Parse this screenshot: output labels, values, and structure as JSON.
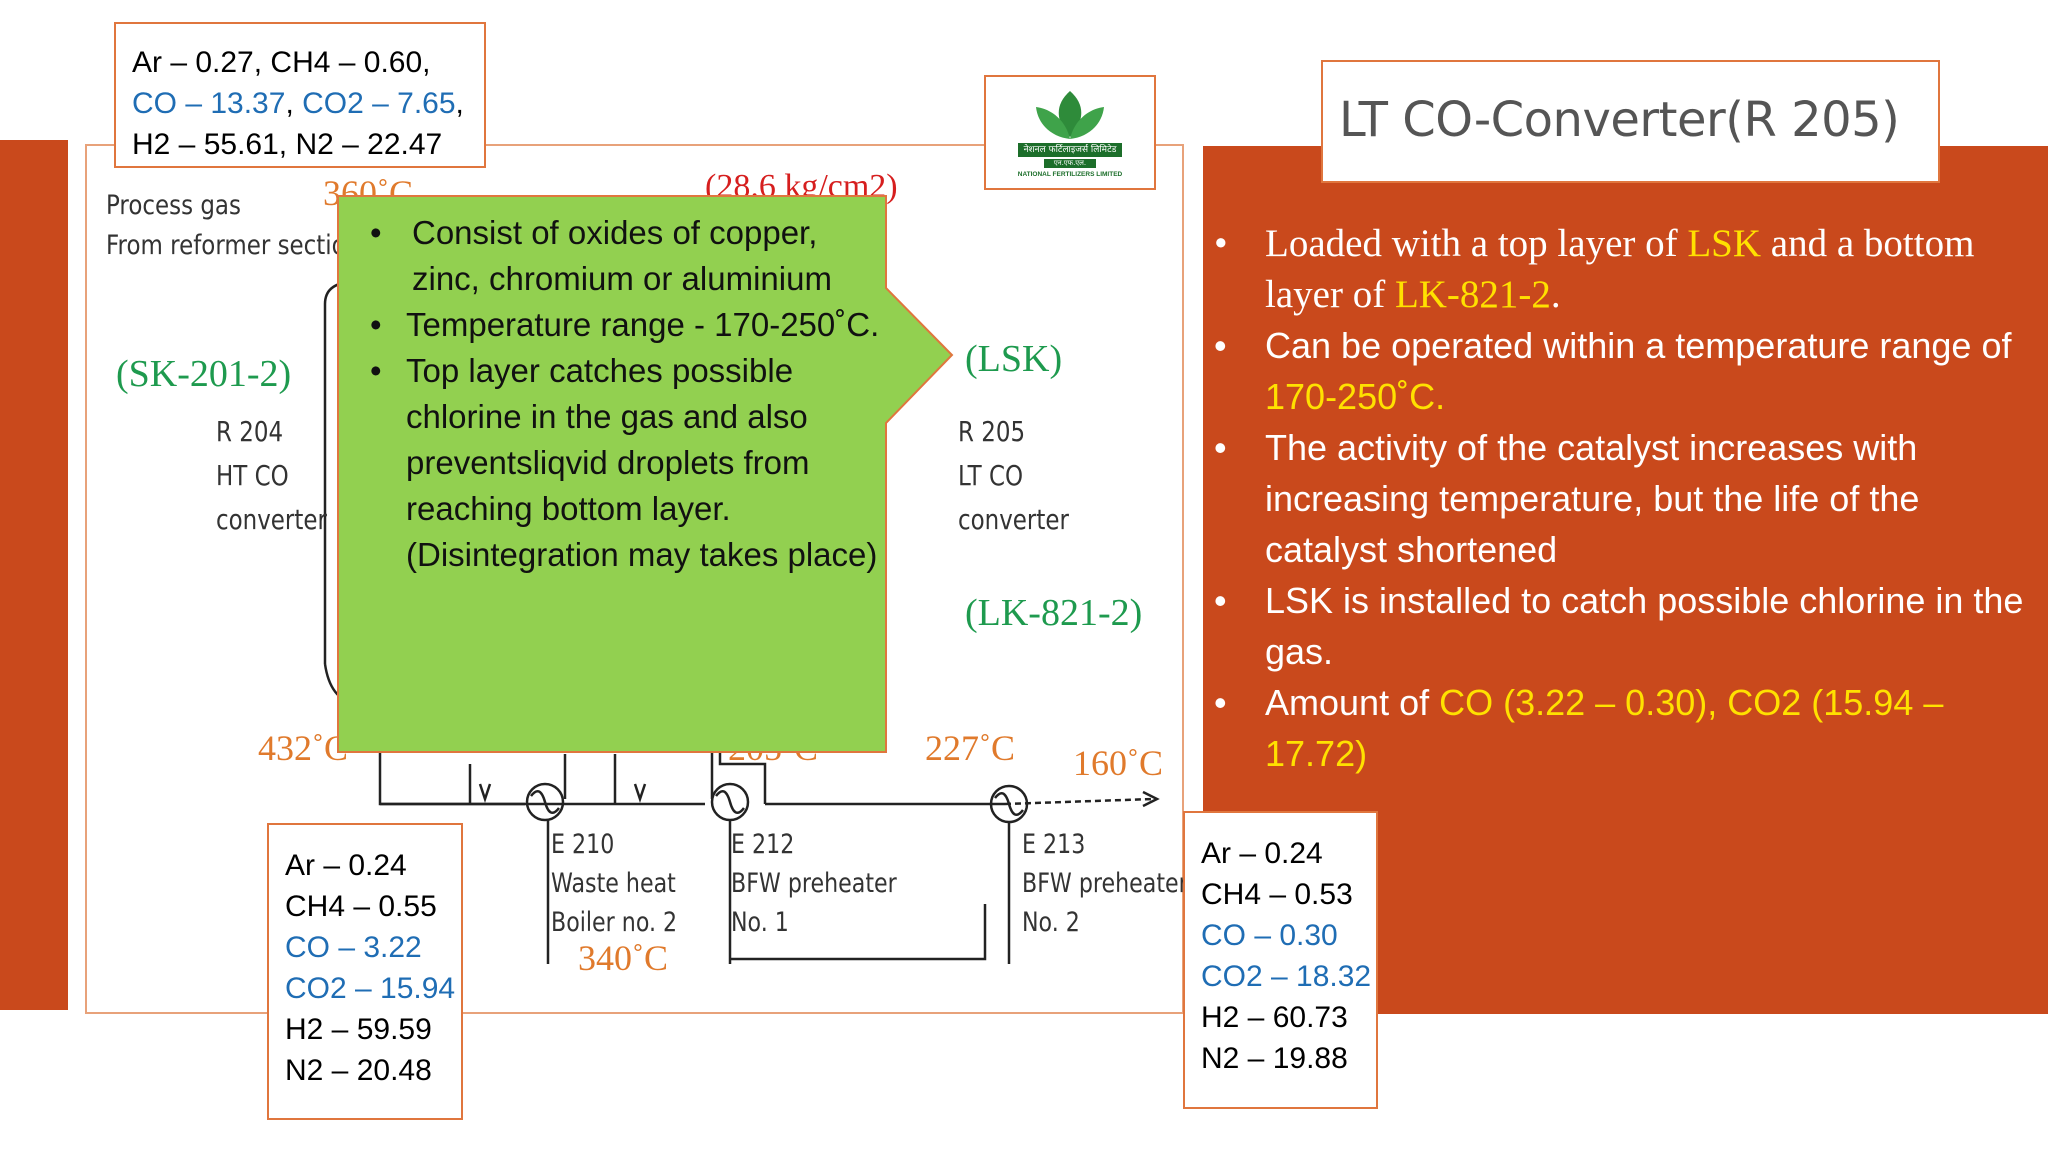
{
  "title": "LT CO-Converter(R 205)",
  "bullets": [
    {
      "pre": "Loaded with a top layer of ",
      "hl1": "LSK",
      "mid": " and a bottom layer of ",
      "hl2": "LK-821-2",
      "post": "."
    },
    {
      "pre": "Can be operated within a temperature range of ",
      "hl1": "170-250˚C."
    },
    {
      "text": "The activity of the catalyst increases with increasing temperature, but the life of the catalyst shortened"
    },
    {
      "text": "LSK is installed to catch possible chlorine in the gas."
    },
    {
      "pre": "Amount of ",
      "hl1": "CO (3.22 – 0.30), CO2 (15.94 – 17.72)"
    }
  ],
  "callout": {
    "items": [
      "Consist of oxides of copper, zinc, chromium or aluminium",
      "Temperature range - 170-250˚C.",
      "Top layer catches possible chlorine in the gas and also preventsliqvid droplets from reaching bottom layer.(Disintegration may takes place)"
    ]
  },
  "inlet_composition": {
    "line1": "Ar –  0.27, CH4 – 0.60,",
    "co": "CO – 13.37",
    "sep": ", ",
    "co2": "CO2 – 7.65",
    "comma": ",",
    "line3": "H2 – 55.61, N2 – 22.47"
  },
  "mid_composition": {
    "ar": "Ar –  0.24",
    "ch4": "CH4 – 0.55",
    "co": "CO – 3.22",
    "co2": "CO2 – 15.94",
    "h2": "H2 – 59.59",
    "n2": "N2 – 20.48"
  },
  "outlet_composition": {
    "ar": "Ar –  0.24",
    "ch4": "CH4 – 0.53",
    "co": "CO – 0.30",
    "co2": "CO2 – 18.32",
    "h2": "H2 – 60.73",
    "n2": "N2 – 19.88"
  },
  "diagram": {
    "process_gas": "Process gas",
    "from_reformer": "From reformer sectio",
    "sk": "(SK-201-2)",
    "lsk": "(LSK)",
    "lk": "(LK-821-2)",
    "r204": [
      "R 204",
      "HT CO",
      "converter"
    ],
    "r205": [
      "R 205",
      "LT CO",
      "converter"
    ],
    "t360": "360˚C",
    "pressure": "(28.6 kg/cm2)",
    "t432": "432˚C",
    "t205": "205˚C",
    "t227": "227˚C",
    "t160": "160˚C",
    "t340": "340˚C",
    "e210": [
      "E 210",
      "Waste heat",
      "Boiler no. 2"
    ],
    "e212": [
      "E 212",
      "BFW preheater",
      "No. 1"
    ],
    "e213": [
      "E 213",
      "BFW preheater",
      "No. 2"
    ]
  },
  "logo": {
    "hindi": "नेशनल फर्टिलाइजर्स लिमिटेड",
    "abbr": "एन.एफ.एल.",
    "english": "NATIONAL FERTILIZERS LIMITED"
  },
  "colors": {
    "accent": "#C9491C",
    "highlight": "#FFE100",
    "callout": "#92D050",
    "label_green": "#1E9A4E",
    "label_orange": "#E07A2C",
    "blue": "#1F6DB4"
  }
}
